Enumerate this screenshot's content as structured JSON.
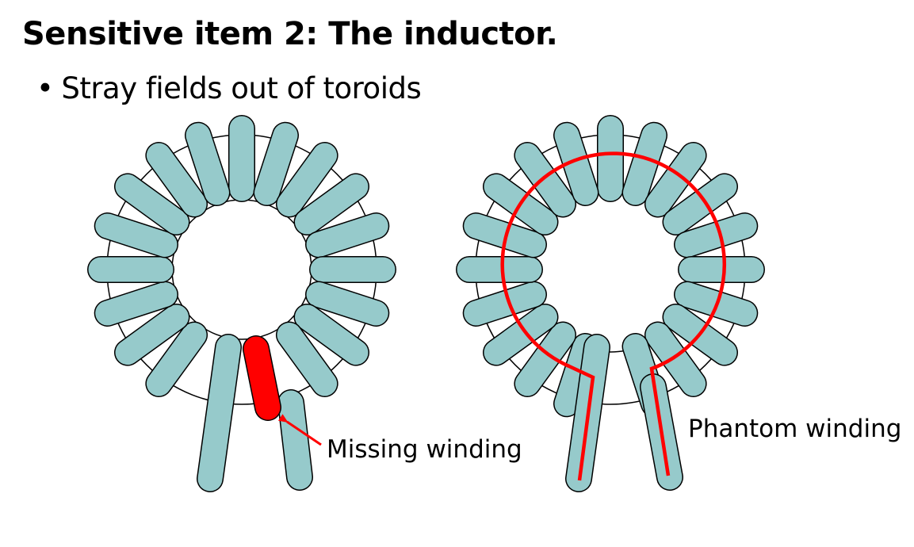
{
  "slide": {
    "title": "Sensitive item 2: The inductor.",
    "bullet_glyph": "•",
    "bullet": "Stray fields out of toroids"
  },
  "diagram": {
    "left_label": "Missing winding",
    "right_label": "Phantom winding",
    "colors": {
      "winding": "#96cacb",
      "highlight": "#ff0000",
      "outline": "#000000"
    }
  }
}
